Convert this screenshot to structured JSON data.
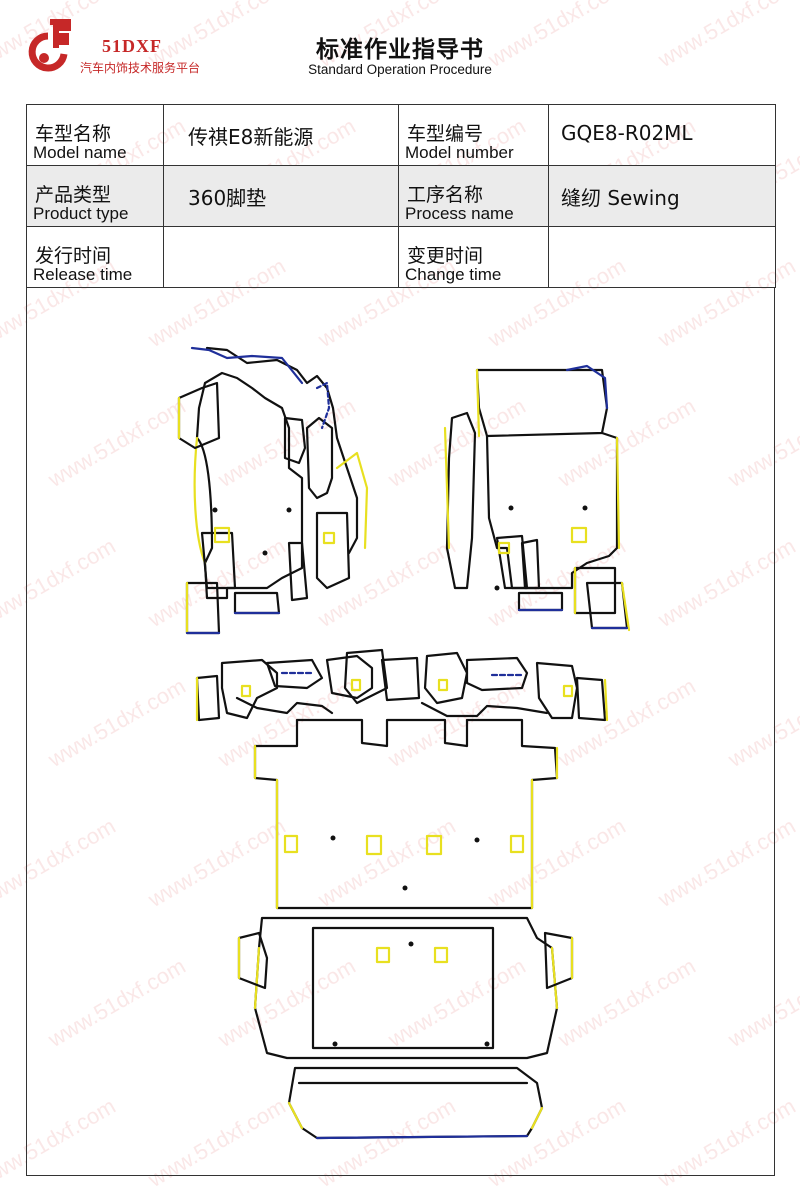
{
  "logo": {
    "brand": "51DXF",
    "tagline": "汽车内饰技术服务平台"
  },
  "title": {
    "zh": "标准作业指导书",
    "en": "Standard Operation Procedure"
  },
  "info": {
    "model_name": {
      "label_zh": "车型名称",
      "label_en": "Model name",
      "value": "传祺E8新能源"
    },
    "model_number": {
      "label_zh": "车型编号",
      "label_en": "Model number",
      "value": "GQE8-R02ML"
    },
    "product_type": {
      "label_zh": "产品类型",
      "label_en": "Product type",
      "value": "360脚垫"
    },
    "process_name": {
      "label_zh": "工序名称",
      "label_en": "Process name",
      "value": "缝纫 Sewing"
    },
    "release_time": {
      "label_zh": "发行时间",
      "label_en": "Release time",
      "value": ""
    },
    "change_time": {
      "label_zh": "变更时间",
      "label_en": "Change time",
      "value": ""
    }
  },
  "watermark": {
    "text": "www.51dxf.com"
  },
  "colors": {
    "brand_red": "#c62828",
    "outline_black": "#111111",
    "outline_yellow": "#e8e020",
    "outline_blue": "#1f2f9a",
    "table_shade": "#ebebeb"
  }
}
